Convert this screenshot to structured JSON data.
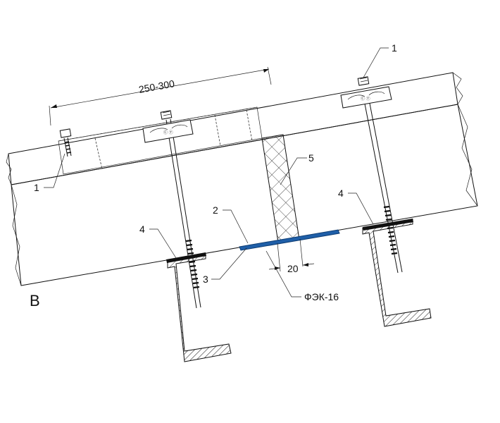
{
  "labels": {
    "dimension_span": "250-300",
    "dimension_gap": "20",
    "view_letter": "B",
    "material": "ФЭК-16",
    "callout_1": "1",
    "callout_2": "2",
    "callout_3": "3",
    "callout_4": "4",
    "callout_5": "5"
  },
  "colors": {
    "line": "#111111",
    "tape": "#1f5fa8",
    "hatch": "#222222",
    "background": "#ffffff"
  }
}
